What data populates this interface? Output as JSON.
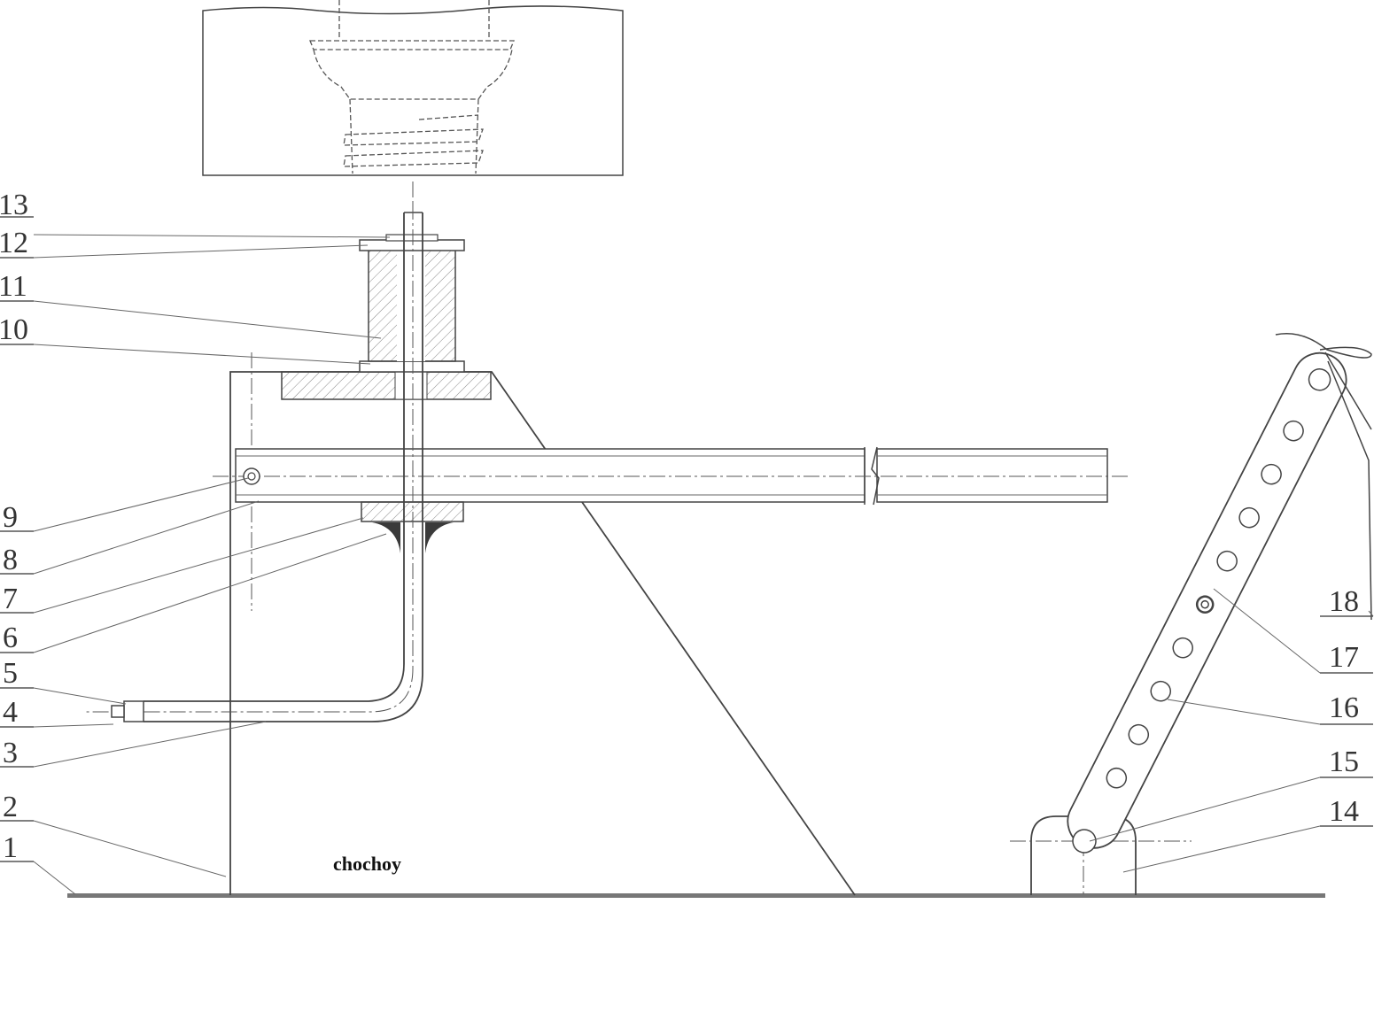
{
  "drawing": {
    "callouts": [
      {
        "num": "1"
      },
      {
        "num": "2"
      },
      {
        "num": "3"
      },
      {
        "num": "4"
      },
      {
        "num": "5"
      },
      {
        "num": "6"
      },
      {
        "num": "7"
      },
      {
        "num": "8"
      },
      {
        "num": "9"
      },
      {
        "num": "10"
      },
      {
        "num": "11"
      },
      {
        "num": "12"
      },
      {
        "num": "13"
      },
      {
        "num": "14"
      },
      {
        "num": "15"
      },
      {
        "num": "16"
      },
      {
        "num": "17"
      },
      {
        "num": "18"
      }
    ],
    "center_label": "chochoy"
  },
  "colors": {
    "ink": "#444444",
    "hatch": "#777777",
    "weld": "#3a3a3a",
    "background": "#ffffff"
  }
}
